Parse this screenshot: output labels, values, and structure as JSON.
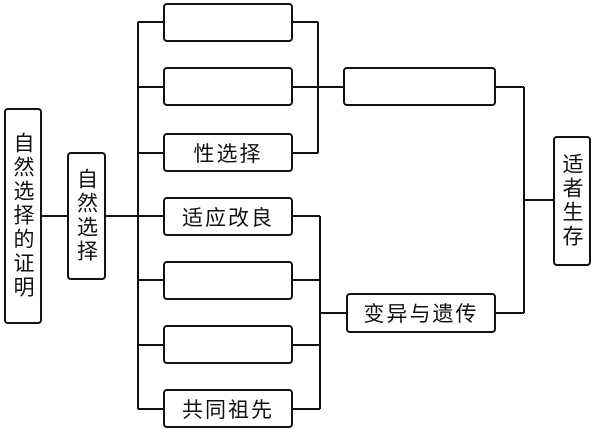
{
  "nodes": {
    "root": "自然选择的证明",
    "natural_selection": "自然选择",
    "box1": "",
    "box2": "",
    "sexual_selection": "性选择",
    "adaptive_improvement": "适应改良",
    "box5": "",
    "box6": "",
    "common_ancestor": "共同祖先",
    "upper_mid": "",
    "variation_heredity": "变异与遗传",
    "survival_fittest": "适者生存"
  }
}
